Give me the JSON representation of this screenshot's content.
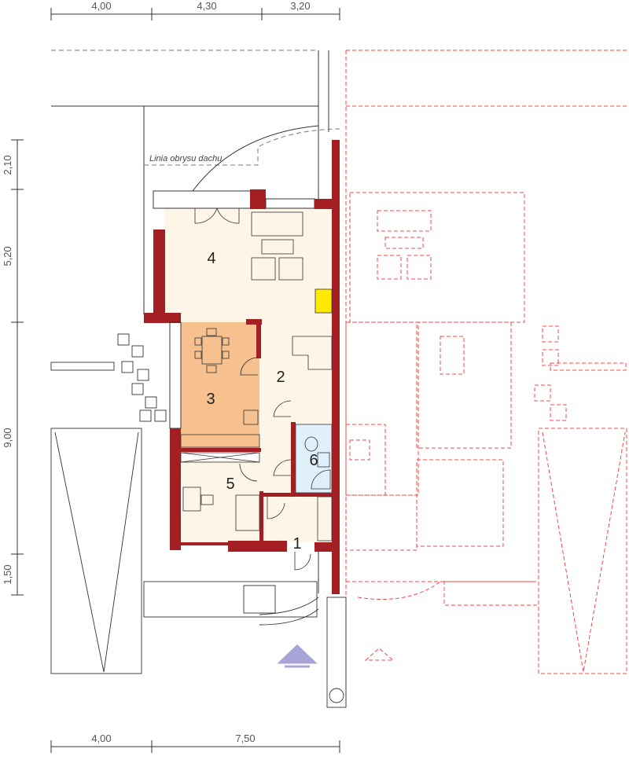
{
  "dimensions": {
    "top": [
      "4,00",
      "4,30",
      "3,20"
    ],
    "left": [
      "2,10",
      "5,20",
      "9,00",
      "1,50"
    ],
    "bottom": [
      "4,00",
      "7,50"
    ]
  },
  "annotations": {
    "roof_outline": "Linia obrysu dachu"
  },
  "rooms": [
    "1",
    "2",
    "3",
    "4",
    "5",
    "6"
  ],
  "colors": {
    "wall": "#a31f24",
    "floor": "#fdf6e8",
    "kitchen": "#f6c08f",
    "bathroom": "#dff0fb",
    "neighbor": "#f0474a",
    "entrance_arrow": "#a9a4d8"
  }
}
